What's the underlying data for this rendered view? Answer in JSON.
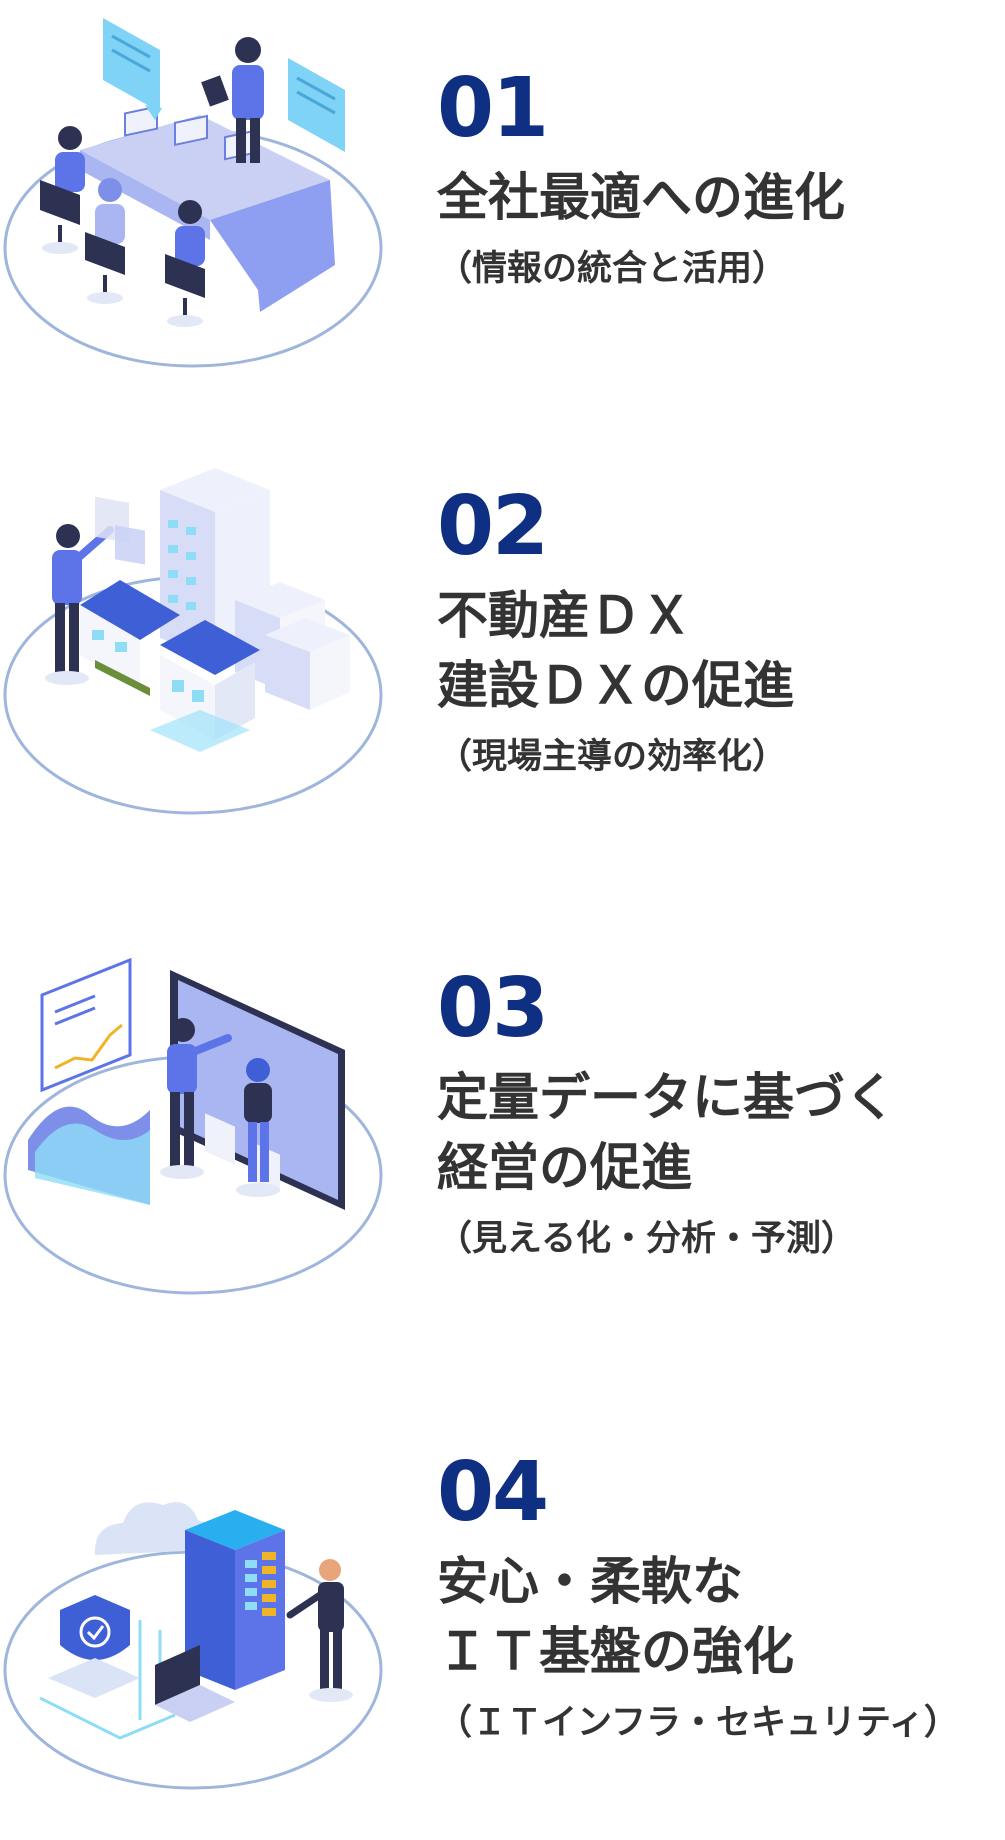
{
  "colors": {
    "number": "#0f2f82",
    "text": "#333333",
    "ellipse": "#9fb6dc",
    "accent_blue": "#5d74e8",
    "light_blue": "#7fd3f6"
  },
  "items": [
    {
      "number": "01",
      "title_lines": [
        "全社最適への進化"
      ],
      "subtitle": "（情報の統合と活用）",
      "illustration": "team-office-icon"
    },
    {
      "number": "02",
      "title_lines": [
        "不動産ＤＸ",
        "建設ＤＸの促進"
      ],
      "subtitle": "（現場主導の効率化）",
      "illustration": "city-buildings-icon"
    },
    {
      "number": "03",
      "title_lines": [
        "定量データに基づく",
        "経営の促進"
      ],
      "subtitle": "（見える化・分析・予測）",
      "illustration": "data-analytics-icon"
    },
    {
      "number": "04",
      "title_lines": [
        "安心・柔軟な",
        "ＩＴ基盤の強化"
      ],
      "subtitle": "（ＩＴインフラ・セキュリティ）",
      "illustration": "server-security-icon"
    }
  ]
}
